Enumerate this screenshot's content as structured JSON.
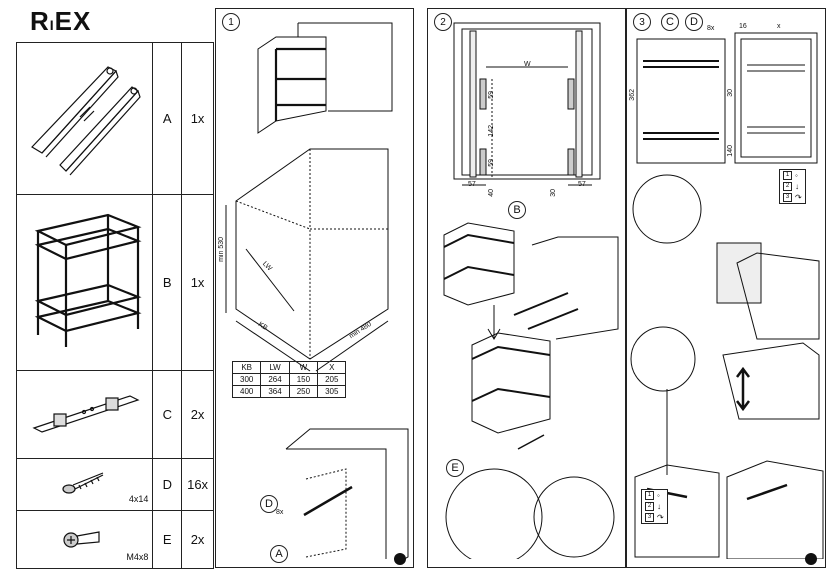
{
  "brand": {
    "logo_main": "R",
    "logo_mid": "I",
    "logo_end": "E",
    "logo_last": "X"
  },
  "parts": [
    {
      "letter": "A",
      "qty": "1x",
      "code": ""
    },
    {
      "letter": "B",
      "qty": "1x",
      "code": ""
    },
    {
      "letter": "C",
      "qty": "2x",
      "code": ""
    },
    {
      "letter": "D",
      "qty": "16x",
      "code": "4x14"
    },
    {
      "letter": "E",
      "qty": "2x",
      "code": "M4x8"
    }
  ],
  "step1": {
    "number": "1",
    "dim_min530": "min 530",
    "dim_lw": "LW",
    "dim_kb": "KB",
    "dim_min480": "min 480",
    "table_headers": [
      "KB",
      "LW",
      "W",
      "X"
    ],
    "table_rows": [
      [
        "300",
        "264",
        "150",
        "205"
      ],
      [
        "400",
        "364",
        "250",
        "305"
      ]
    ],
    "callout_d": "D",
    "callout_a": "A",
    "label_8x": "8x"
  },
  "step2": {
    "number": "2",
    "dim_w": "W",
    "dim_59a": "59",
    "dim_142": "142",
    "dim_59b": "59",
    "dim_40": "40",
    "dim_30": "30",
    "dim_57a": "57",
    "dim_57b": "57",
    "callout_b": "B",
    "callout_e": "E"
  },
  "step3": {
    "number": "3",
    "callout_c": "C",
    "callout_d": "D",
    "label_8x": "8x",
    "dim_16": "16",
    "dim_x": "x",
    "dim_362": "362",
    "dim_30": "30",
    "dim_140": "140",
    "steps": [
      "1",
      "2",
      "3"
    ],
    "steps2": [
      "1",
      "2",
      "3"
    ]
  }
}
